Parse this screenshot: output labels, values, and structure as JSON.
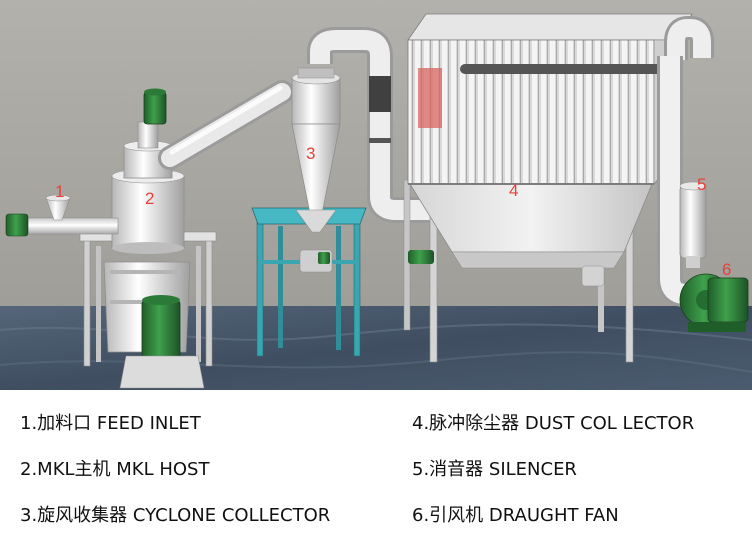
{
  "diagram": {
    "callouts": {
      "c1": "1",
      "c2": "2",
      "c3": "3",
      "c4": "4",
      "c5": "5",
      "c6": "6"
    },
    "legend": [
      "1.加料口 FEED INLET",
      "2.MKL主机 MKL HOST",
      "3.旋风收集器 CYCLONE COLLECTOR",
      "4.脉冲除尘器 DUST COL LECTOR",
      "5.消音器 SILENCER",
      "6.引风机 DRAUGHT FAN"
    ],
    "colors": {
      "callout": "#e8403a",
      "frame": "#3aa6b2",
      "motor": "#2f8a3c",
      "floor": "#4a5a6c"
    }
  }
}
